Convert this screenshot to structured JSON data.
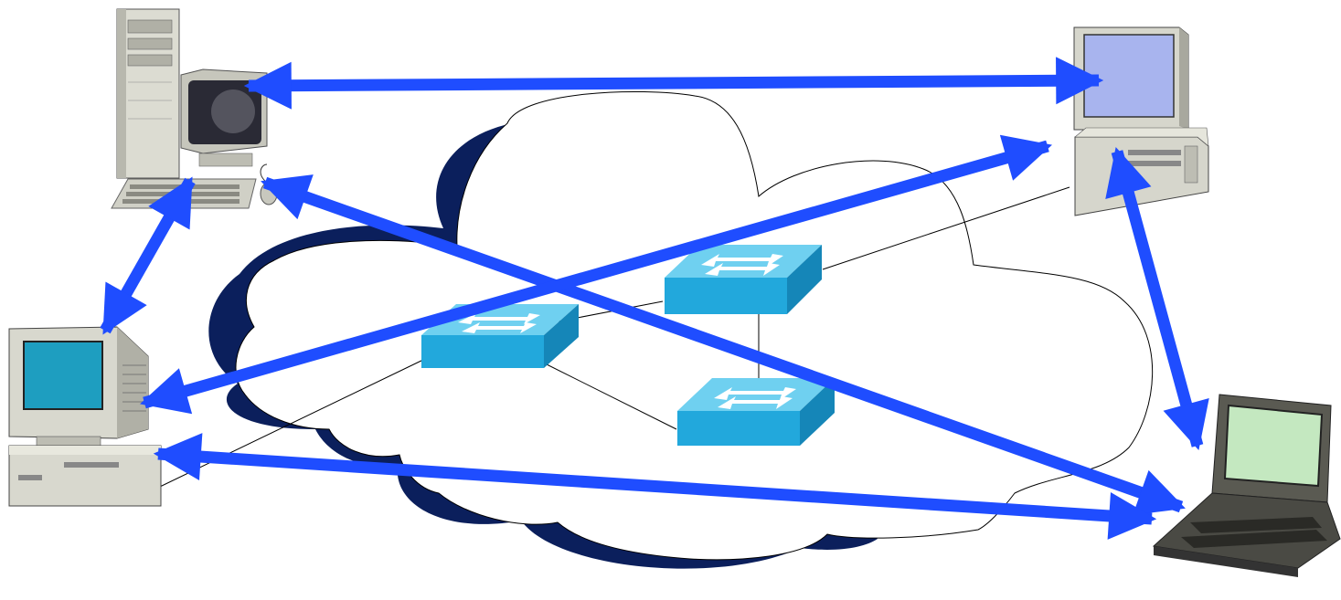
{
  "diagram": {
    "type": "network-topology",
    "text_labels": [],
    "colors": {
      "arrow": "#1f4dff",
      "cloud_shadow": "#0b1f5c",
      "cloud_fill": "#ffffff",
      "cloud_outline": "#000000",
      "switch_top": "#6fd0f0",
      "switch_front": "#22a8dc",
      "switch_side": "#1586b8",
      "device_beige": "#dcdcd2",
      "device_shadow": "#9c9c94"
    },
    "nodes": [
      {
        "id": "tower-workstation",
        "icon": "tower-workstation-icon"
      },
      {
        "id": "desktop-top-right",
        "icon": "desktop-computer-icon"
      },
      {
        "id": "desktop-left",
        "icon": "desktop-computer-icon"
      },
      {
        "id": "laptop",
        "icon": "laptop-icon"
      },
      {
        "id": "switch-1",
        "icon": "network-switch-icon"
      },
      {
        "id": "switch-2",
        "icon": "network-switch-icon"
      },
      {
        "id": "switch-3",
        "icon": "network-switch-icon"
      }
    ],
    "links": [
      {
        "from": "switch-1",
        "to": "switch-2"
      },
      {
        "from": "switch-1",
        "to": "switch-3"
      },
      {
        "from": "switch-2",
        "to": "switch-3"
      },
      {
        "from": "switch-1",
        "to": "desktop-left"
      },
      {
        "from": "switch-2",
        "to": "desktop-top-right"
      }
    ],
    "arrows": [
      {
        "from": "tower-workstation",
        "to": "desktop-top-right",
        "style": "bidirectional"
      },
      {
        "from": "tower-workstation",
        "to": "desktop-left",
        "style": "bidirectional"
      },
      {
        "from": "tower-workstation",
        "to": "laptop",
        "style": "bidirectional"
      },
      {
        "from": "desktop-left",
        "to": "desktop-top-right",
        "style": "bidirectional"
      },
      {
        "from": "desktop-left",
        "to": "laptop",
        "style": "bidirectional"
      },
      {
        "from": "desktop-top-right",
        "to": "laptop",
        "style": "bidirectional"
      }
    ]
  }
}
